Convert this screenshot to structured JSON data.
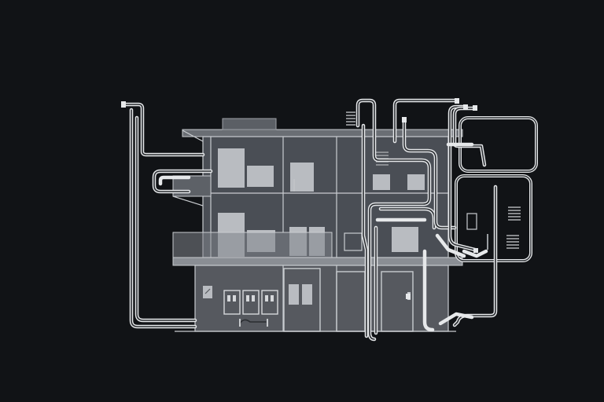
{
  "diagram": {
    "colors": {
      "background": "#111316",
      "building_upper": "#4a4e55",
      "building_lower": "#56595f",
      "panel": "#b9bcc1",
      "pipe": "#e6e8ea",
      "pipe_inner": "#2a2d31",
      "outline": "#c9ccd0"
    },
    "icons": [
      "pipe-network",
      "window-panel",
      "door",
      "vent-grille",
      "control-box",
      "balcony-railing",
      "rooftop-unit"
    ]
  }
}
